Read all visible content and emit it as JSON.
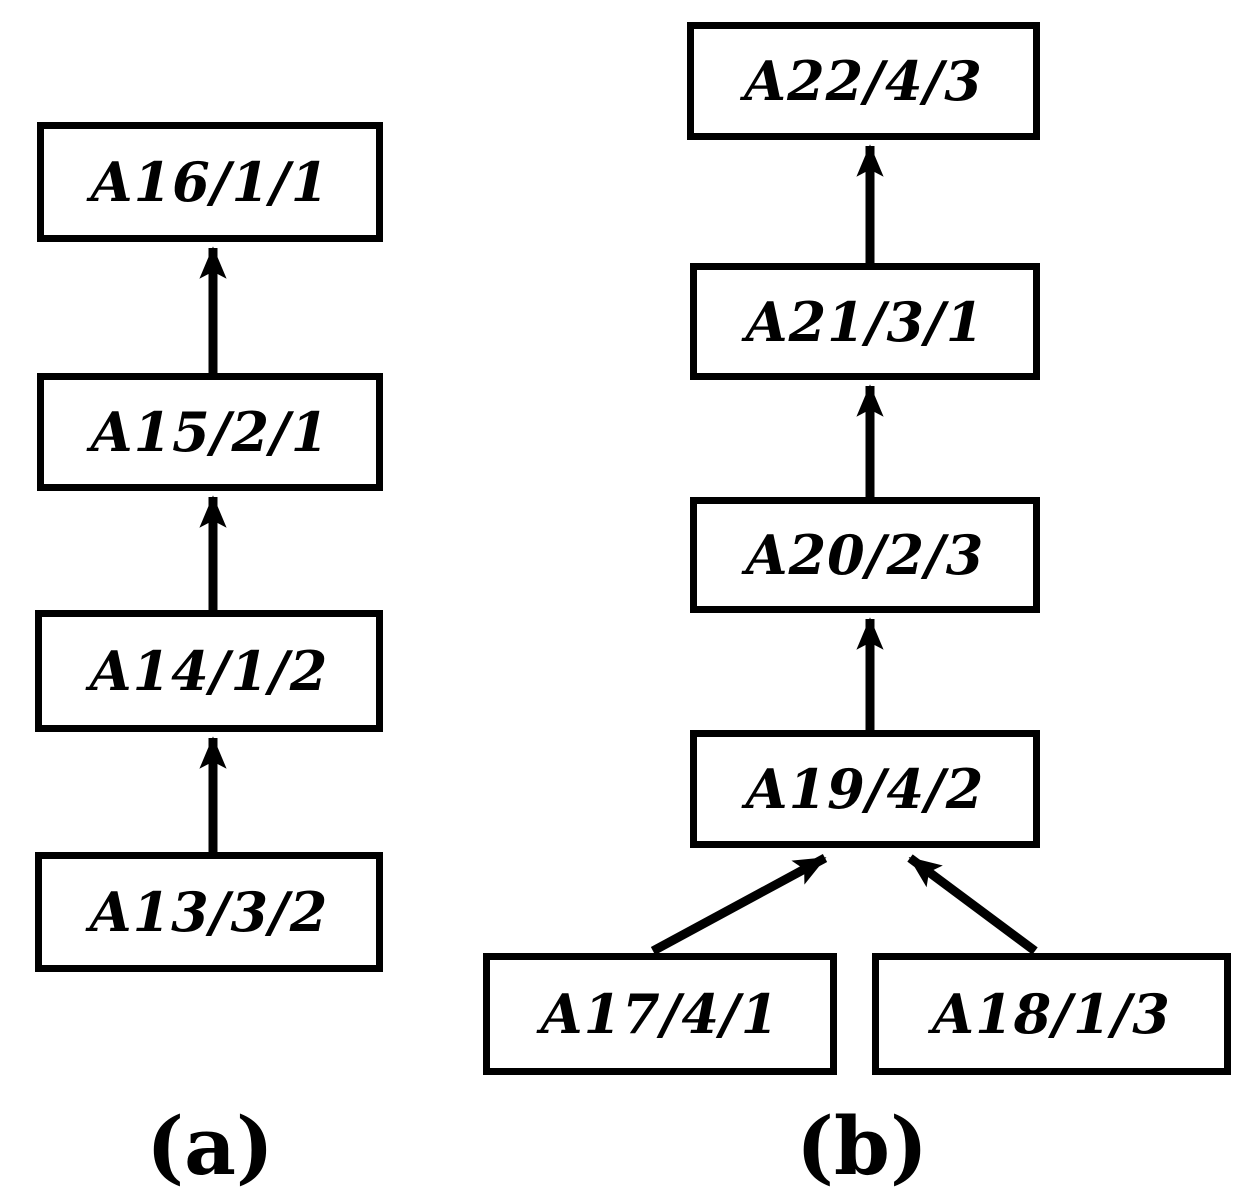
{
  "figure": {
    "panel_a": {
      "caption": "(a)",
      "nodes": [
        {
          "id": "A16",
          "label": "A16/1/1"
        },
        {
          "id": "A15",
          "label": "A15/2/1"
        },
        {
          "id": "A14",
          "label": "A14/1/2"
        },
        {
          "id": "A13",
          "label": "A13/3/2"
        }
      ],
      "edges": [
        {
          "from": "A13/3/2",
          "to": "A14/1/2"
        },
        {
          "from": "A14/1/2",
          "to": "A15/2/1"
        },
        {
          "from": "A15/2/1",
          "to": "A16/1/1"
        }
      ]
    },
    "panel_b": {
      "caption": "(b)",
      "nodes": [
        {
          "id": "A22",
          "label": "A22/4/3"
        },
        {
          "id": "A21",
          "label": "A21/3/1"
        },
        {
          "id": "A20",
          "label": "A20/2/3"
        },
        {
          "id": "A19",
          "label": "A19/4/2"
        },
        {
          "id": "A17",
          "label": "A17/4/1"
        },
        {
          "id": "A18",
          "label": "A18/1/3"
        }
      ],
      "edges": [
        {
          "from": "A17/4/1",
          "to": "A19/4/2"
        },
        {
          "from": "A18/1/3",
          "to": "A19/4/2"
        },
        {
          "from": "A19/4/2",
          "to": "A20/2/3"
        },
        {
          "from": "A20/2/3",
          "to": "A21/3/1"
        },
        {
          "from": "A21/3/1",
          "to": "A22/4/3"
        }
      ]
    },
    "colors": {
      "line": "#000000",
      "box_border": "#000000",
      "box_fill": "#ffffff",
      "text": "#000000",
      "background": "#ffffff"
    }
  }
}
